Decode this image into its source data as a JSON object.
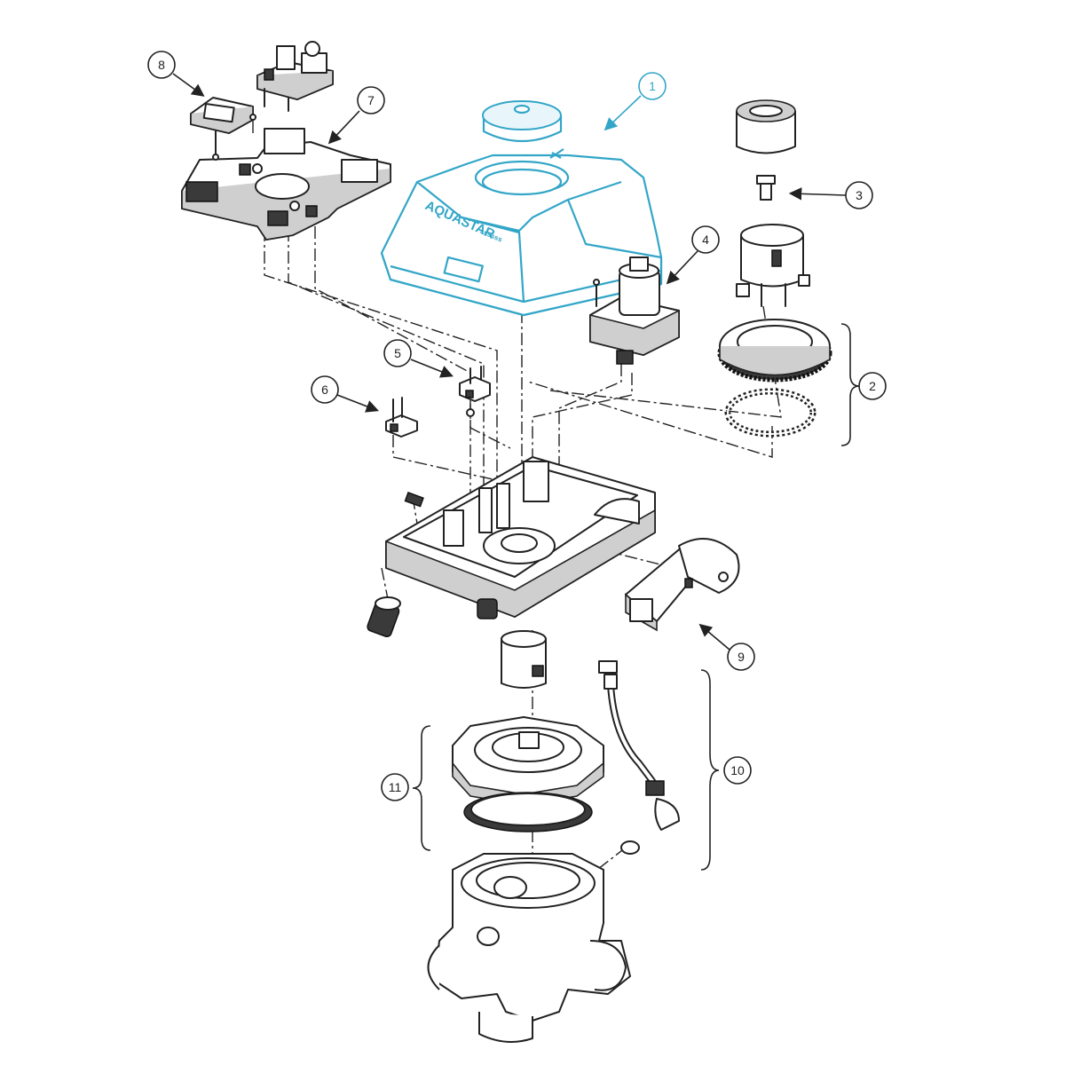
{
  "diagram": {
    "brand_text": "AQUASTAR",
    "brand_sub": "ssssss",
    "accent_color": "#33a6c8",
    "callouts": [
      {
        "id": "1",
        "label": "1",
        "highlighted": true
      },
      {
        "id": "2",
        "label": "2"
      },
      {
        "id": "3",
        "label": "3"
      },
      {
        "id": "4",
        "label": "4"
      },
      {
        "id": "5",
        "label": "5"
      },
      {
        "id": "6",
        "label": "6"
      },
      {
        "id": "7",
        "label": "7"
      },
      {
        "id": "8",
        "label": "8"
      },
      {
        "id": "9",
        "label": "9"
      },
      {
        "id": "10",
        "label": "10"
      },
      {
        "id": "11",
        "label": "11"
      }
    ]
  }
}
